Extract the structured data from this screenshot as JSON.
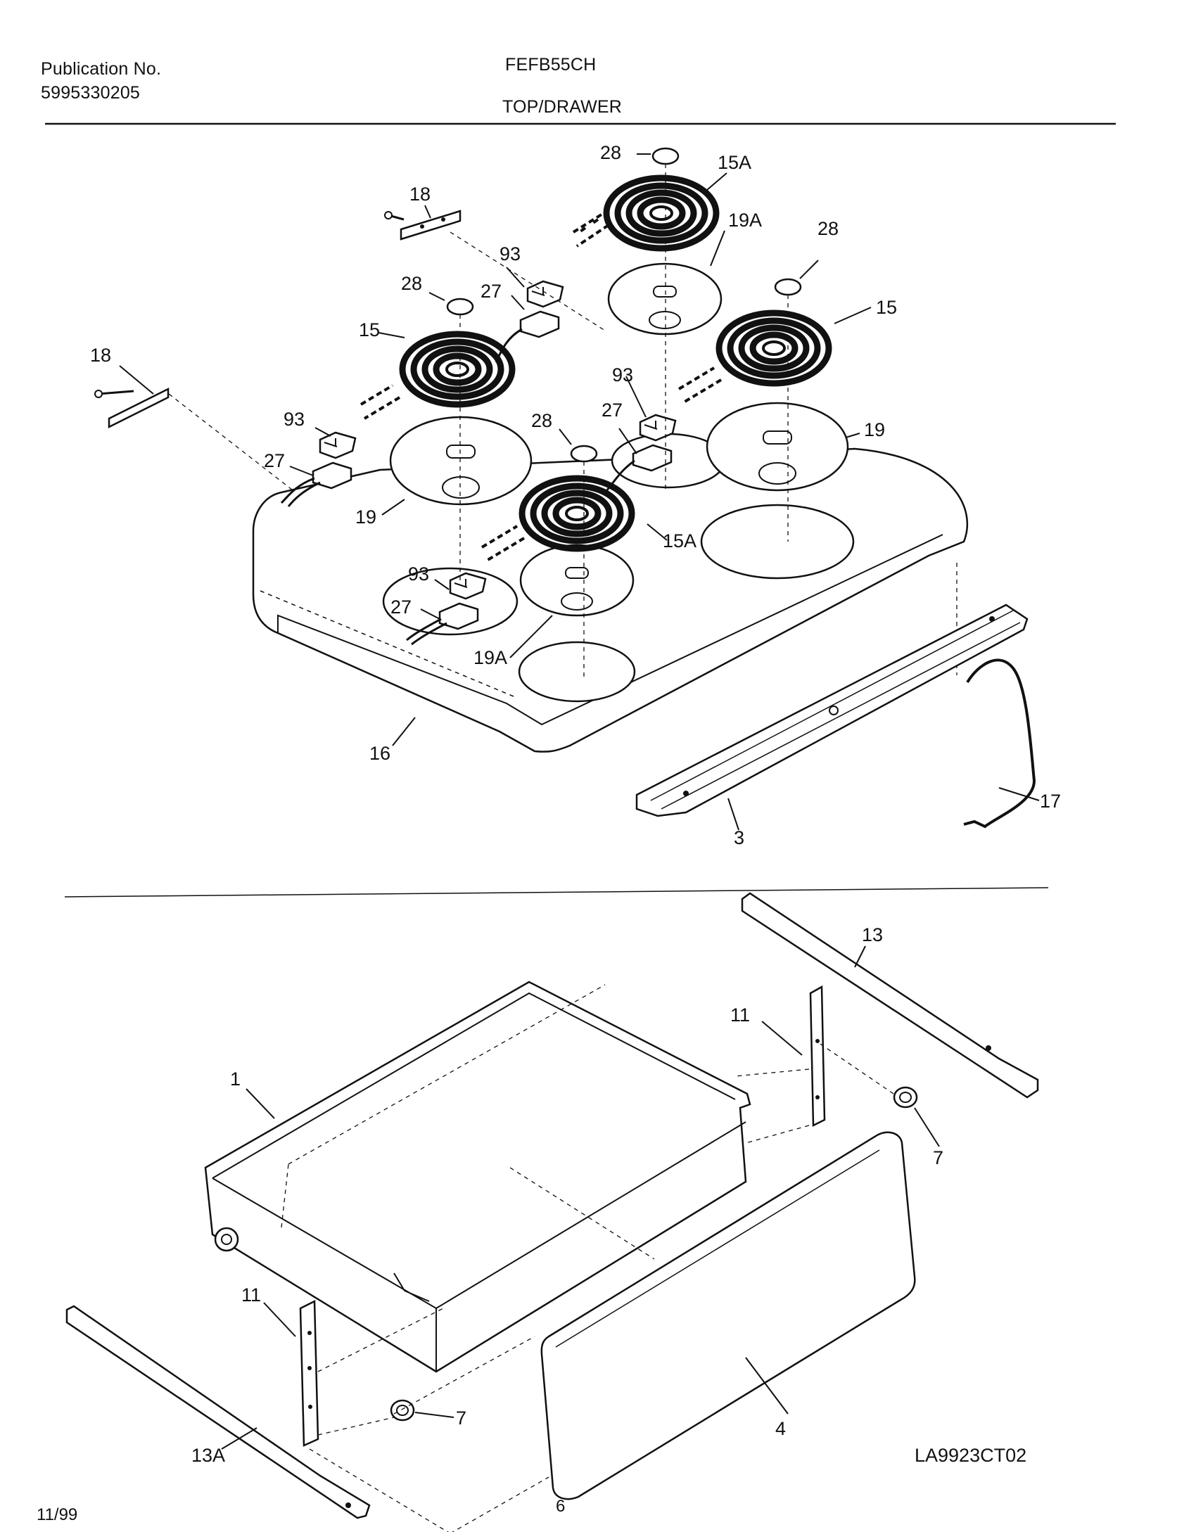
{
  "header": {
    "publication_label": "Publication No.",
    "publication_number": "5995330205",
    "model": "FEFB55CH",
    "section": "TOP/DRAWER"
  },
  "callouts": {
    "c28_top": "28",
    "c15A_top": "15A",
    "c18_top": "18",
    "c93_top": "93",
    "c19A_top": "19A",
    "c28_right": "28",
    "c28_left": "28",
    "c27_top": "27",
    "c15_left": "15",
    "c15_right": "15",
    "c18_left": "18",
    "c93_mid": "93",
    "c93_left": "93",
    "c28_mid": "28",
    "c27_mid": "27",
    "c19_right": "19",
    "c27_left": "27",
    "c19_left": "19",
    "c15A_front": "15A",
    "c93_front": "93",
    "c27_front": "27",
    "c19A_front": "19A",
    "c16": "16",
    "c17": "17",
    "c3": "3",
    "c13": "13",
    "c11_right": "11",
    "c1": "1",
    "c7_right": "7",
    "c11_left": "11",
    "c7_left": "7",
    "c4": "4",
    "c13A": "13A"
  },
  "footer": {
    "date": "11/99",
    "page": "6",
    "drawing_code": "LA9923CT02"
  },
  "colors": {
    "ink": "#111111",
    "paper": "#ffffff"
  }
}
